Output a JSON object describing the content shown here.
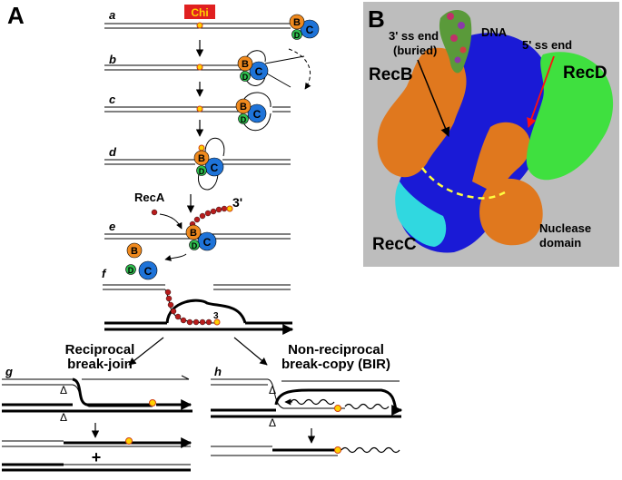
{
  "panels": {
    "a_label": "A",
    "b_label": "B"
  },
  "steps": {
    "a": "a",
    "b": "b",
    "c": "c",
    "d": "d",
    "e": "e",
    "f": "f",
    "g": "g",
    "h": "h"
  },
  "protein_letters": {
    "b": "B",
    "c": "C",
    "d": "D"
  },
  "labels": {
    "chi": "Chi",
    "reca": "RecA",
    "three_prime_e": "3'",
    "three_prime_f": "3",
    "reciprocal_1": "Reciprocal",
    "reciprocal_2": "break-join",
    "nonreciprocal_1": "Non-reciprocal",
    "nonreciprocal_2": "break-copy (BIR)",
    "plus": "+",
    "cut_mark": "Δ"
  },
  "structure_labels": {
    "dna": "DNA",
    "ss_end_3_line1": "3' ss end",
    "ss_end_3_line2": "(buried)",
    "recb": "RecB",
    "ss_end_5": "5' ss end",
    "recd": "RecD",
    "recc": "RecC",
    "nuclease_1": "Nuclease",
    "nuclease_2": "domain"
  },
  "colors": {
    "recb": "#f08a1e",
    "recc": "#1e73d8",
    "recd": "#2fbf4f",
    "chi_box": "#e02020",
    "chi_text": "#ffd200",
    "reca": "#b81c1c",
    "structure_bg": "#bdbdbd",
    "struct_blue": "#1a1ad6",
    "struct_orange": "#e0781e",
    "struct_green": "#3fe03f",
    "struct_cyan": "#30d8e0"
  }
}
